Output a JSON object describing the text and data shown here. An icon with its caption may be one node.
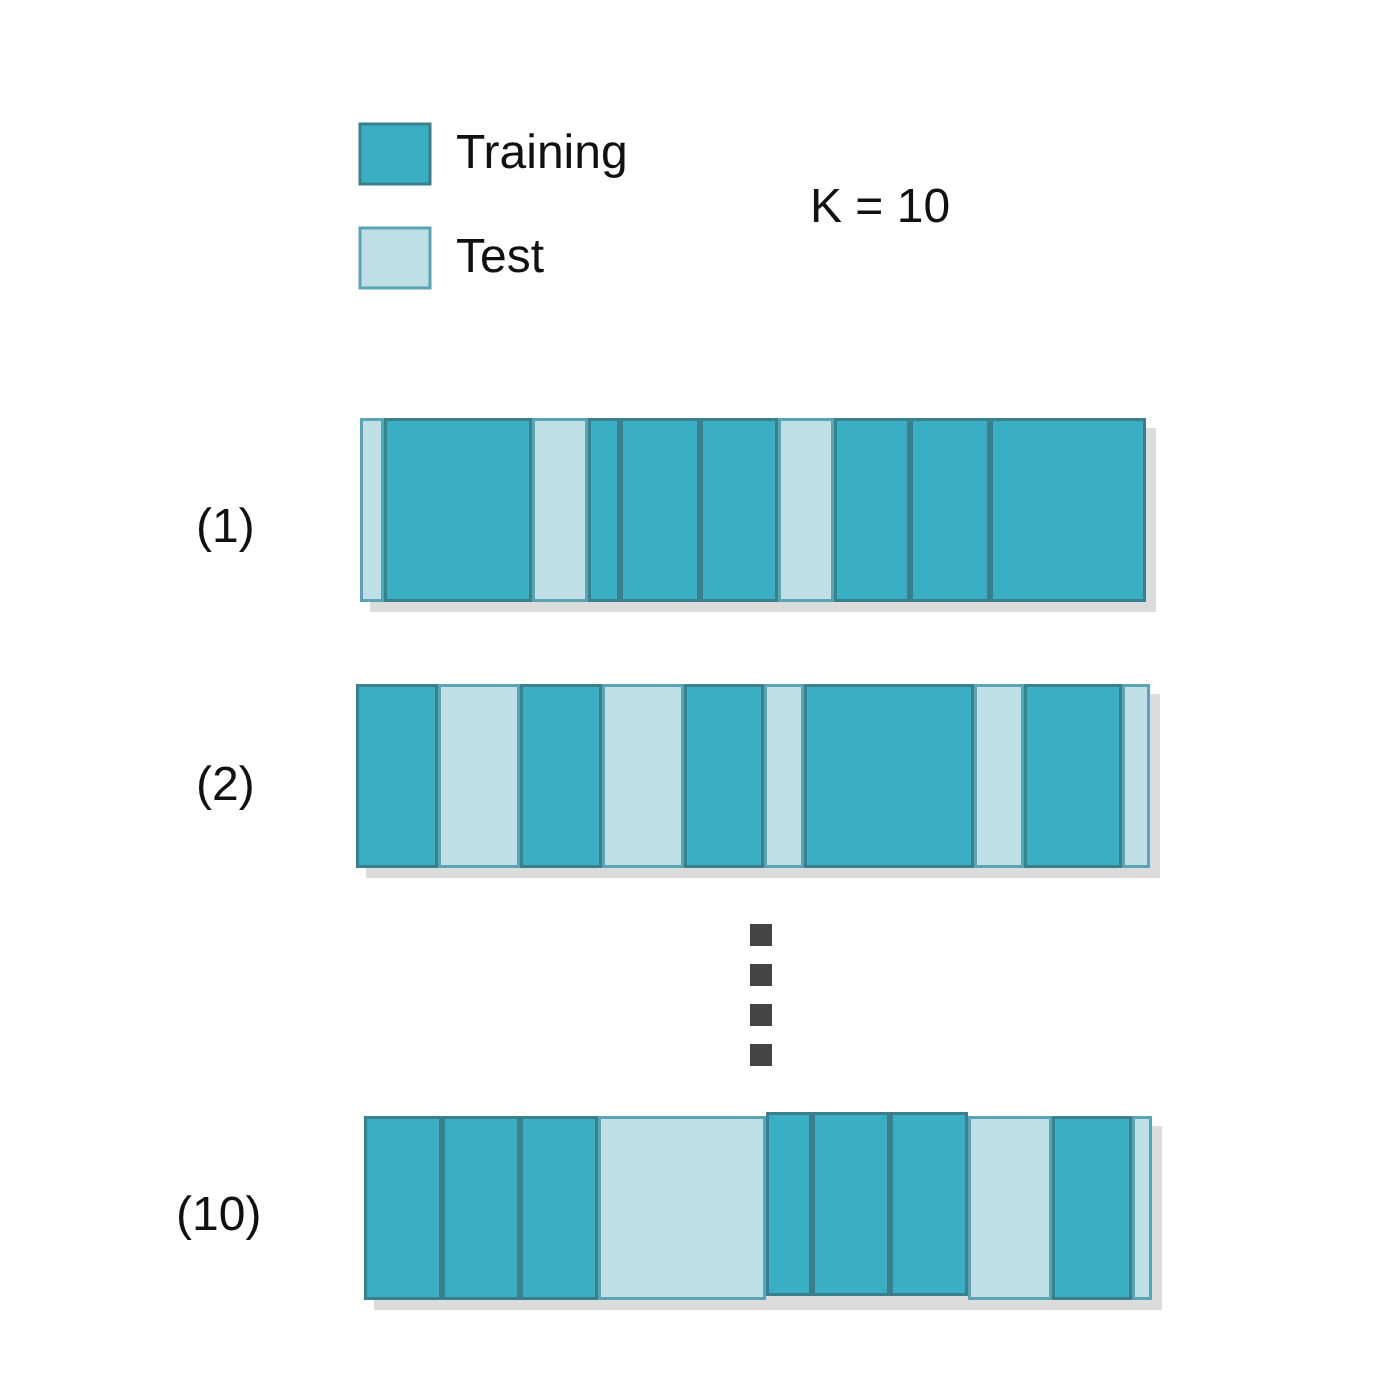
{
  "diagram": {
    "labels": [
      "K = 10",
      "(1)",
      "(2)",
      "(10)"
    ],
    "legend": [
      {
        "text": "Training",
        "color": "#3aafc4"
      },
      {
        "text": "Test",
        "color": "#bfdfe6"
      }
    ]
  }
}
